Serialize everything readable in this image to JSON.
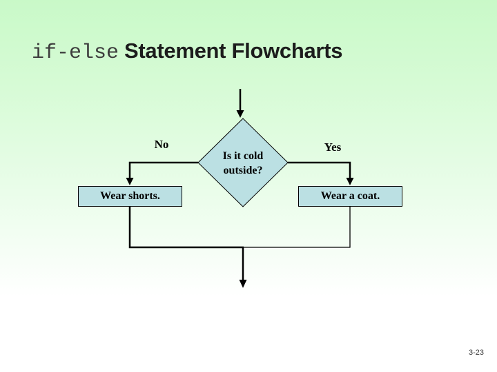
{
  "title": {
    "code": "if-else",
    "rest": "Statement Flowcharts"
  },
  "flowchart": {
    "decision_label": "Is it cold outside?",
    "no_label": "No",
    "yes_label": "Yes",
    "no_action": "Wear shorts.",
    "yes_action": "Wear a coat.",
    "colors": {
      "node_fill": "#bbe0e3",
      "node_border": "#000000",
      "line": "#000000",
      "background_top": "#c9f9c8",
      "background_bottom": "#ffffff"
    }
  },
  "footer": {
    "page_number": "3-23"
  }
}
